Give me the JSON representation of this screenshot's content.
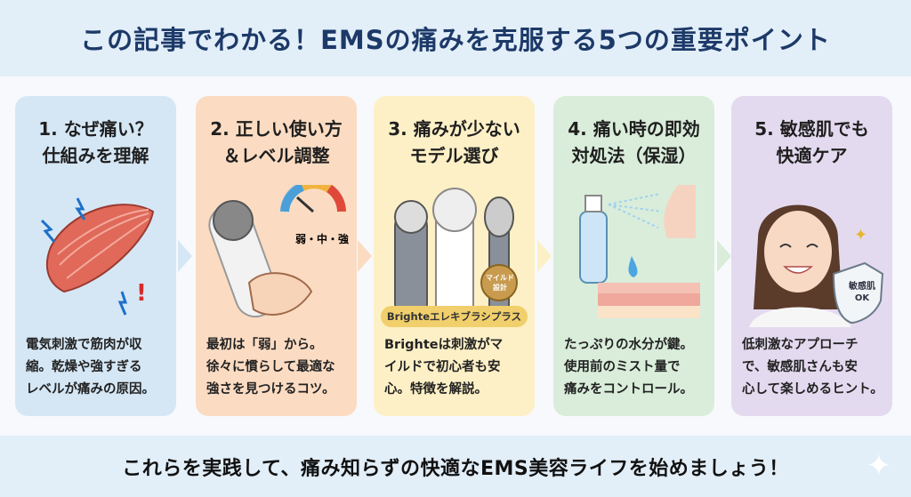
{
  "header": {
    "title": "この記事でわかる！EMSの痛みを克服する5つの重要ポイント"
  },
  "cards": [
    {
      "title": "1. なぜ痛い？\n仕組みを理解",
      "desc": "電気刺激で筋肉が収\n縮。乾燥や強すぎる\nレベルが痛みの原因。",
      "color": "#d5e7f5",
      "icon": "muscle-icon"
    },
    {
      "title": "2. 正しい使い方\n＆レベル調整",
      "desc": "最初は「弱」から。\n徐々に慣らして最適な\n強さを見つけるコツ。",
      "color": "#fbdcc2",
      "icon": "ems-device-gauge-icon",
      "gauge_label": "弱・中・強"
    },
    {
      "title": "3. 痛みが少ない\nモデル選び",
      "desc": "Brighteは刺激がマ\nイルドで初心者も安\n心。特徴を解説。",
      "color": "#fdf0c6",
      "icon": "brush-devices-icon",
      "badge": "マイルド\n設計",
      "product_label": "Brighteエレキブラシプラス"
    },
    {
      "title": "4. 痛い時の即効\n対処法（保湿）",
      "desc": "たっぷりの水分が鍵。\n使用前のミスト量で\n痛みをコントロール。",
      "color": "#d9edda",
      "icon": "mist-spray-icon"
    },
    {
      "title": "5. 敏感肌でも\n快適ケア",
      "desc": "低刺激なアプローチ\nで、敏感肌さんも安\n心して楽しめるヒント。",
      "color": "#e4daef",
      "icon": "smiling-woman-icon",
      "shield_label": "敏感肌\nOK"
    }
  ],
  "footer": {
    "text": "これらを実践して、痛み知らずの快適なEMS美容ライフを始めましょう！"
  }
}
